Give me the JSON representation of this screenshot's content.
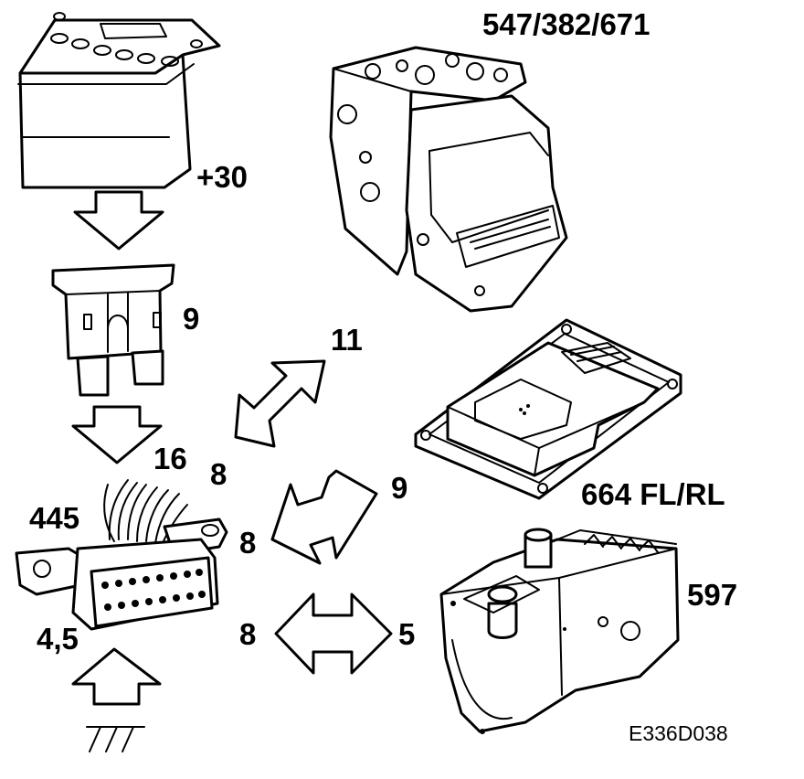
{
  "labels": {
    "abs_unit": "547/382/671",
    "battery_terminal": "+30",
    "fuse_number": "9",
    "arrow_top": "11",
    "left_16": "16",
    "left_8_top": "8",
    "right_9": "9",
    "left_8_mid": "8",
    "left_445": "445",
    "control_unit": "664 FL/RL",
    "heater": "597",
    "left_8_bottom": "8",
    "right_5": "5",
    "ground_pins": "4,5",
    "figure_code": "E336D038"
  }
}
